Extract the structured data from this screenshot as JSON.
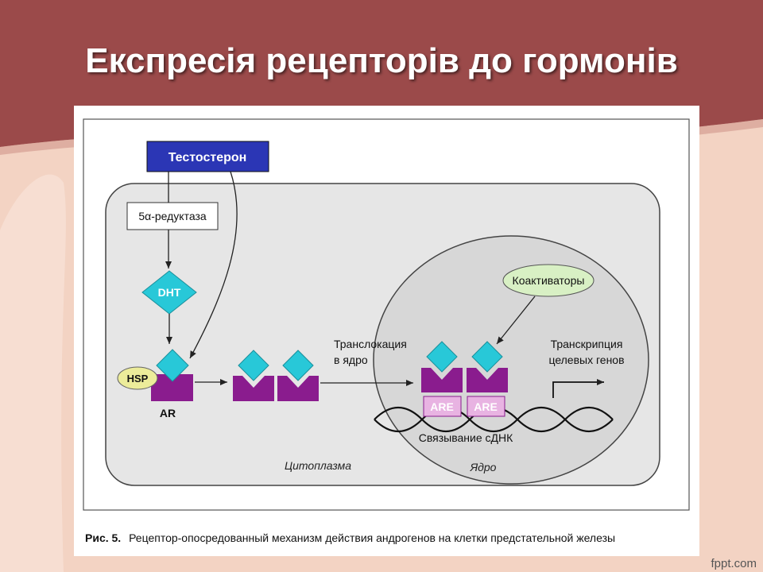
{
  "slide": {
    "title": "Експресія рецепторів до гормонів",
    "watermark": "fppt.com"
  },
  "diagram": {
    "testosterone": "Тестостерон",
    "reductase": "5α-редуктаза",
    "dht": "DHT",
    "hsp": "HSP",
    "ar": "AR",
    "translocation": [
      "Транслокация",
      "в ядро"
    ],
    "coactivators": "Коактиваторы",
    "transcription": [
      "Транскрипция",
      "целевых генов"
    ],
    "are_1": "ARE",
    "are_2": "ARE",
    "dna_binding": "Связывание сДНК",
    "cytoplasm": "Цитоплазма",
    "nucleus": "Ядро"
  },
  "caption": {
    "prefix": "Рис. 5.",
    "text": "Рецептор-опосредованный механизм действия андрогенов на клетки предстательной железы"
  },
  "colors": {
    "header_band": "#9b4a4a",
    "slide_bg": "#f3d3c3",
    "testosterone_box": "#2b36b5",
    "receptor": "#8a1c8e",
    "ligand": "#28c8d8",
    "are_box": "#e8b3e2",
    "hsp_ellipse": "#ecec9a",
    "coactivator_ellipse": "#d8f0c4",
    "cell_fill": "#e6e6e6",
    "nucleus_fill": "#d7d7d7"
  }
}
